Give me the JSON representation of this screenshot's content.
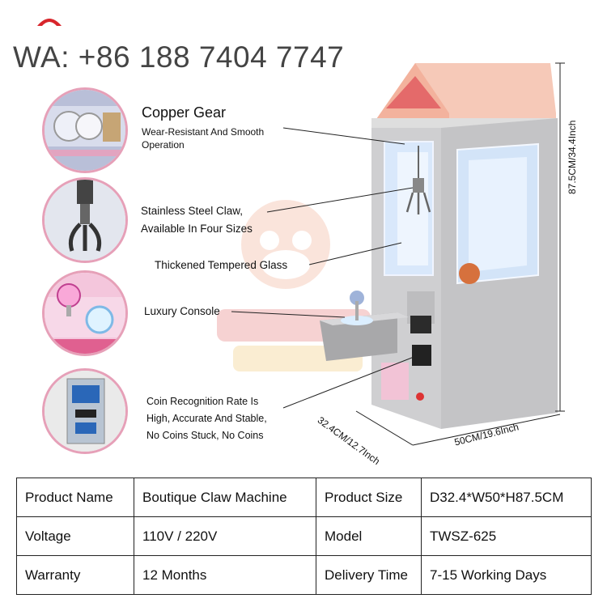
{
  "contact": {
    "whatsapp": "WA:  +86 188 7404 7747"
  },
  "features": {
    "gear_title": "Copper Gear",
    "gear_desc": "Wear-Resistant And Smooth Operation",
    "claw_line1": "Stainless Steel Claw,",
    "claw_line2": "Available In Four Sizes",
    "glass": "Thickened Tempered Glass",
    "console": "Luxury Console",
    "coin_line1": "Coin Recognition Rate Is",
    "coin_line2": "High, Accurate And Stable,",
    "coin_line3": "No Coins Stuck, No Coins"
  },
  "dimensions": {
    "height": "87.5CM/34.4Inch",
    "depth": "32.4CM/12.7Inch",
    "width": "50CM/19.6Inch"
  },
  "specs": {
    "rows": [
      [
        "Product Name",
        "Boutique Claw Machine",
        "Product Size",
        "D32.4*W50*H87.5CM"
      ],
      [
        "Voltage",
        "110V / 220V",
        "Model",
        "TWSZ-625"
      ],
      [
        "Warranty",
        "12 Months",
        "Delivery Time",
        "7-15 Working Days"
      ]
    ]
  },
  "colors": {
    "cabinet": "#c9c9cb",
    "roof": "#f3b9a6",
    "accent_pink": "#e6a0b8",
    "glass_blue": "#cfe3f7"
  }
}
